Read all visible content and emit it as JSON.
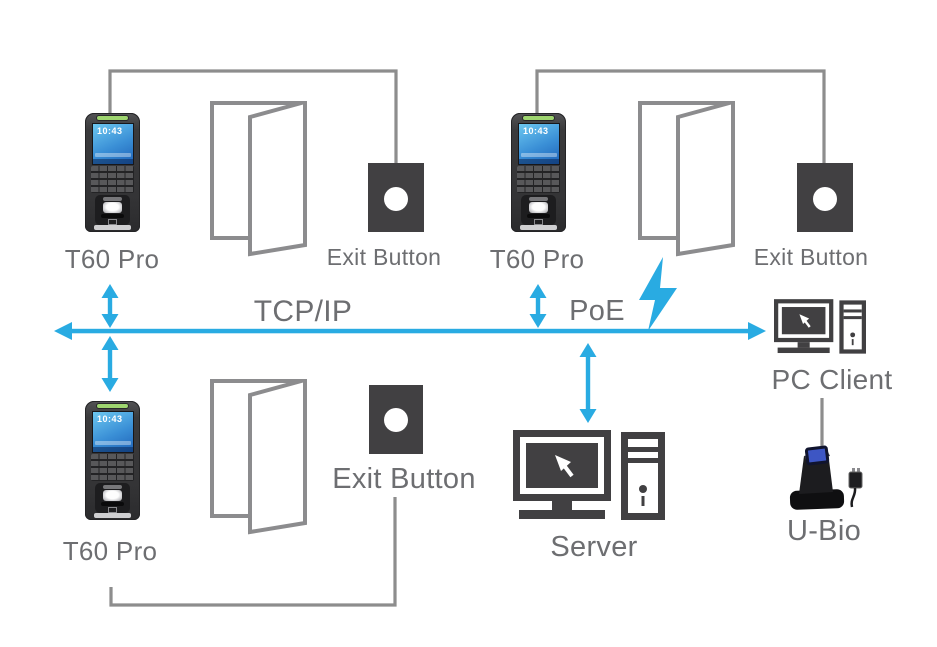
{
  "labels": {
    "t60_top_left": "T60 Pro",
    "t60_top_right": "T60 Pro",
    "t60_bottom_left": "T60 Pro",
    "exit_top_left": "Exit Button",
    "exit_top_right": "Exit Button",
    "exit_bottom_left": "Exit Button",
    "tcpip": "TCP/IP",
    "poe": "PoE",
    "pc_client": "PC Client",
    "server": "Server",
    "ubio": "U-Bio"
  },
  "t60": {
    "screen_time": "10:43"
  },
  "colors": {
    "bus_blue": "#29abe2",
    "wire_gray": "#8d8d8d",
    "door_gray": "#8c8c8e",
    "label_gray": "#6d6e71",
    "icon_dark": "#414042",
    "exit_button_dark": "#414042",
    "ubio_sensor_blue": "#3d56c4",
    "t60_led_green": "#9ed56f"
  },
  "icons": {
    "door-icon": "open door outline",
    "exit-button-icon": "dark plate with round push button",
    "network-bus-arrow-icon": "horizontal double-ended blue arrow",
    "link-arrow-icon": "vertical double-ended blue arrow",
    "lightning-icon": "blue power bolt",
    "server-icon": "monitor with cursor and pc tower",
    "pc-client-icon": "monitor with cursor and pc tower",
    "usb-reader-icon": "U-Bio usb fingerprint reader with cable"
  }
}
